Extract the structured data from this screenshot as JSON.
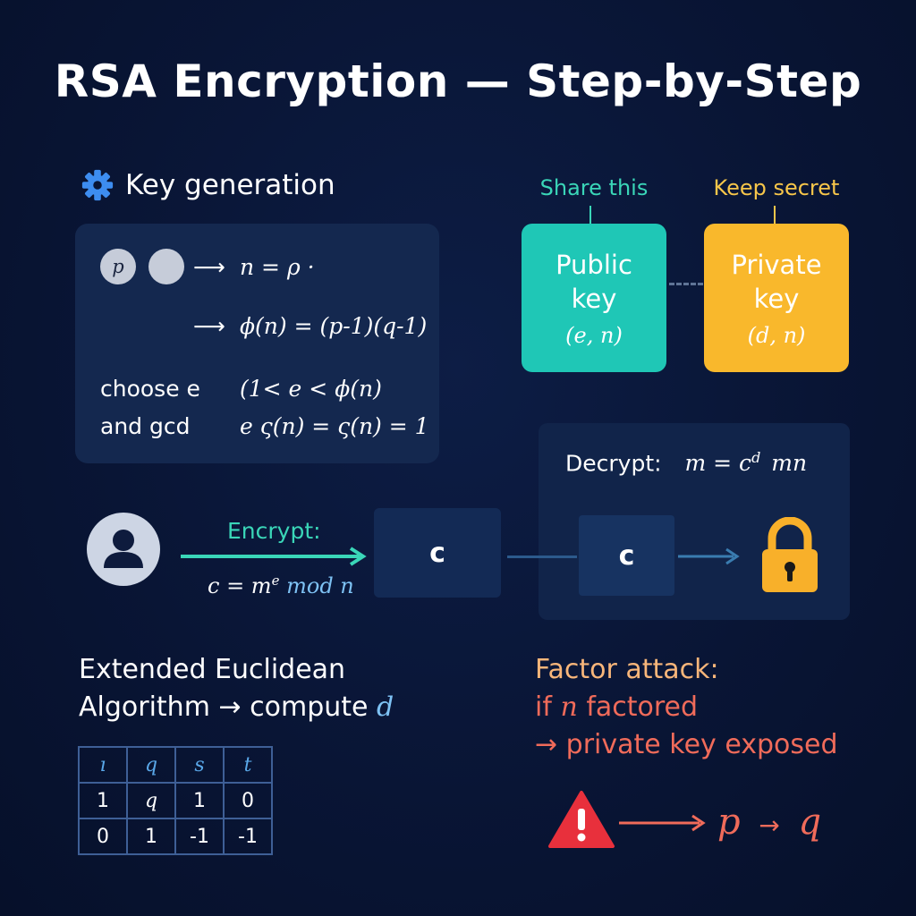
{
  "title": "RSA Encryption — Step-by-Step",
  "colors": {
    "background": "#091535",
    "panel": "#14284f",
    "public_key": "#1fc7b6",
    "private_key": "#f9b82c",
    "accent_teal": "#3ad6b8",
    "accent_yellow": "#f7c64a",
    "accent_blue": "#7ec2f4",
    "attack_orange": "#f8b67a",
    "attack_red": "#f06b5a",
    "warning_red": "#e8303c"
  },
  "icons": {
    "heading": "gear-icon",
    "user": "user-avatar-icon",
    "lock": "padlock-icon",
    "warning": "warning-triangle-icon"
  },
  "key_generation": {
    "heading": "Key generation",
    "circle_p": "p",
    "arrow": "⟶",
    "eq_n": "n = ρ ·",
    "eq_phi": "ϕ(n) = (p-1)(q-1)",
    "choose_label": "choose e",
    "choose_eq": "(1< e < ϕ(n)",
    "gcd_label": "and gcd",
    "gcd_eq": "e ς(n) = ς(n) = 1"
  },
  "keys": {
    "public": {
      "tag": "Share this",
      "title_line1": "Public",
      "title_line2": "key",
      "sub": "(e, n)"
    },
    "private": {
      "tag": "Keep secret",
      "title_line1": "Private",
      "title_line2": "key",
      "sub": "(d, n)"
    }
  },
  "flow": {
    "encrypt_label": "Encrypt:",
    "encrypt_formula_lhs": "c = m",
    "encrypt_formula_exp": "e",
    "encrypt_formula_rhs": "mod n",
    "cipher_box_1": "c",
    "cipher_box_2": "c",
    "decrypt_label": "Decrypt:",
    "decrypt_formula_lhs": "m = c",
    "decrypt_formula_exp": "d",
    "decrypt_formula_rhs": "mn"
  },
  "euclid": {
    "line1": "Extended Euclidean",
    "line2_text": "Algorithm → compute",
    "line2_var": "d",
    "table": {
      "headers": [
        "ı",
        "q",
        "s",
        "t"
      ],
      "rows": [
        [
          "1",
          "q",
          "1",
          "0"
        ],
        [
          "0",
          "1",
          "-1",
          "-1"
        ]
      ]
    }
  },
  "attack": {
    "line1": "Factor attack:",
    "line2_prefix": "if",
    "line2_var": "n",
    "line2_suffix": "factored",
    "line3": "→ private key exposed",
    "result_p": "p",
    "result_arrow": "→",
    "result_q": "q"
  }
}
